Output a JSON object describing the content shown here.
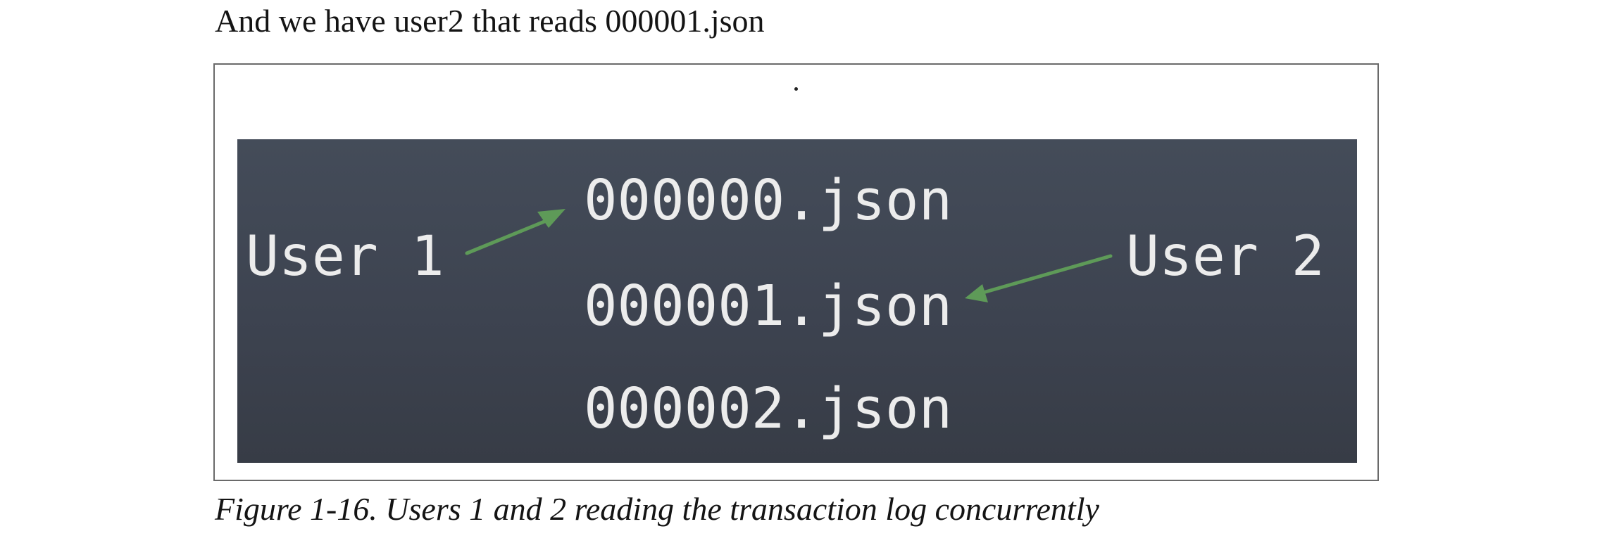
{
  "document": {
    "intro_text": "And we have user2 that reads 000001.json",
    "caption": "Figure 1-16. Users 1 and 2 reading the transaction log concurrently"
  },
  "figure": {
    "files": [
      "000000.json",
      "000001.json",
      "000002.json"
    ],
    "user1_label": "User 1",
    "user2_label": "User 2",
    "colors": {
      "slide_background": "#3d4350",
      "text": "#ececec",
      "arrow": "#5e9a58"
    },
    "icons": [
      "arrow-user1-to-000000-icon",
      "arrow-user2-to-000001-icon"
    ]
  }
}
